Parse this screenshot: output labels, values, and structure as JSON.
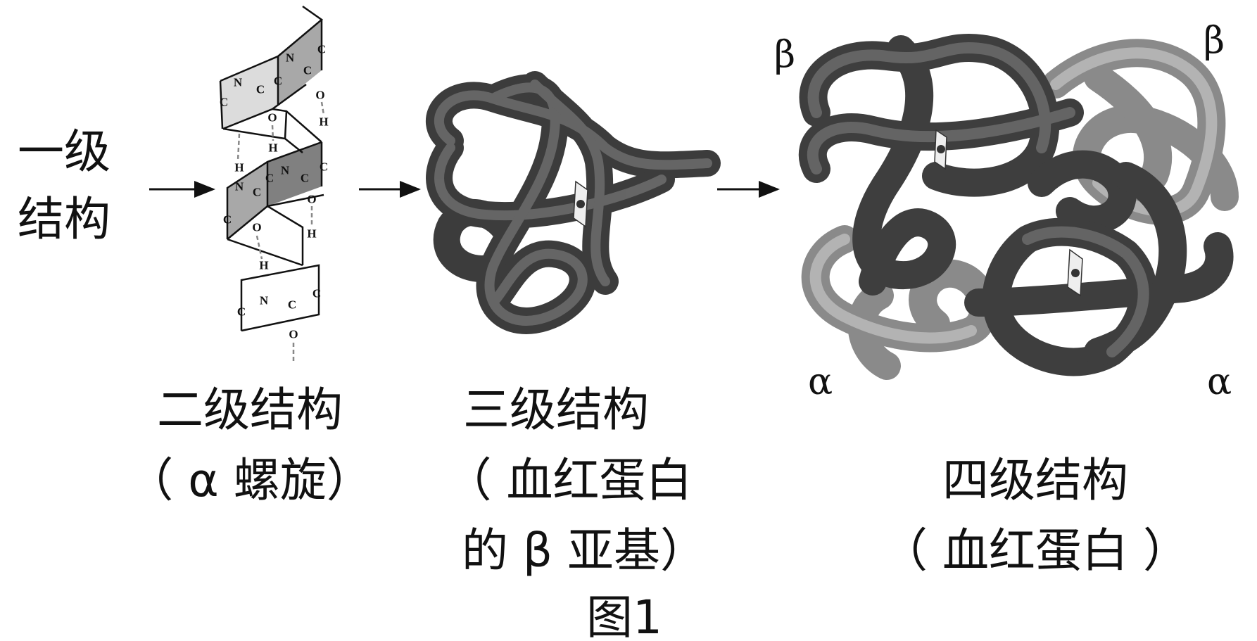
{
  "labels": {
    "primary_line1": "一级",
    "primary_line2": "结构",
    "secondary_title": "二级结构",
    "secondary_sub": "（ α 螺旋）",
    "tertiary_title": "三级结构",
    "tertiary_sub1": "（ 血红蛋白",
    "tertiary_sub2": "的 β 亚基）",
    "quaternary_title": "四级结构",
    "quaternary_sub": "（ 血红蛋白 ）",
    "figure_caption": "图1"
  },
  "subunits": {
    "beta_left": "β",
    "beta_right": "β",
    "alpha_left": "α",
    "alpha_right": "α"
  },
  "helix": {
    "atoms": [
      "C",
      "N",
      "C",
      "C",
      "N",
      "C",
      "C",
      "O",
      "O",
      "H",
      "H",
      "H",
      "N",
      "C",
      "C",
      "C",
      "N",
      "C",
      "C",
      "O",
      "O",
      "H",
      "H",
      "N",
      "C",
      "C",
      "C",
      "O"
    ]
  },
  "colors": {
    "dark_subunit": "#4a4a4a",
    "light_subunit": "#a0a0a0"
  }
}
